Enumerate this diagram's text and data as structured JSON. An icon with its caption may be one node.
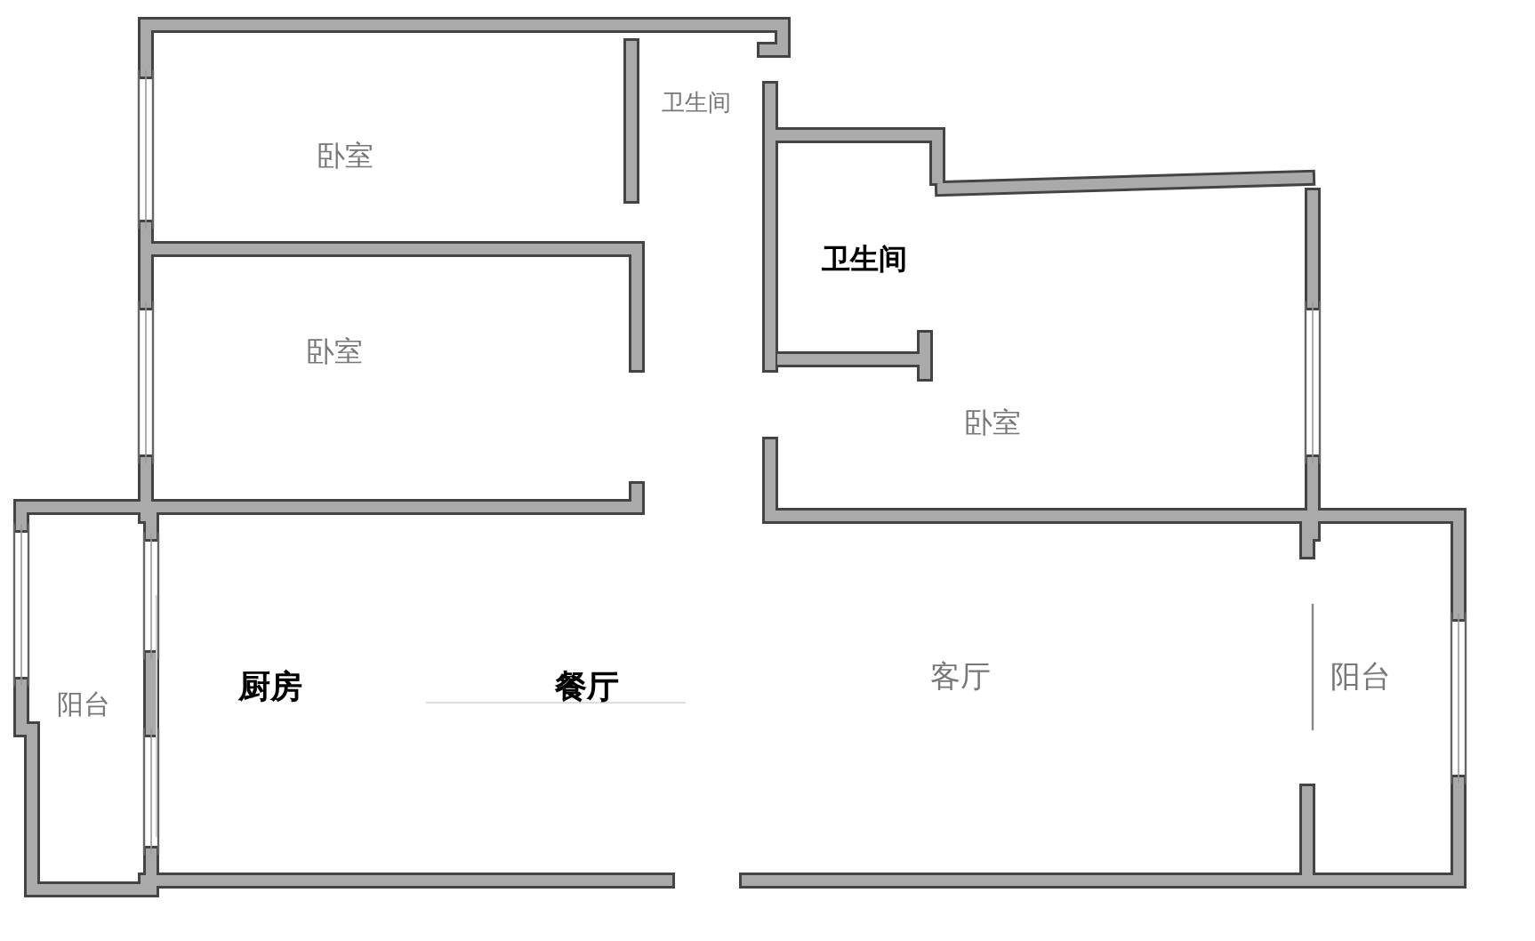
{
  "diagram": {
    "labels": [
      "卫生间",
      "卧室",
      "卫生间",
      "卧室",
      "卧室",
      "阳台",
      "厨房",
      "餐厅",
      "客厅",
      "阳台"
    ]
  }
}
